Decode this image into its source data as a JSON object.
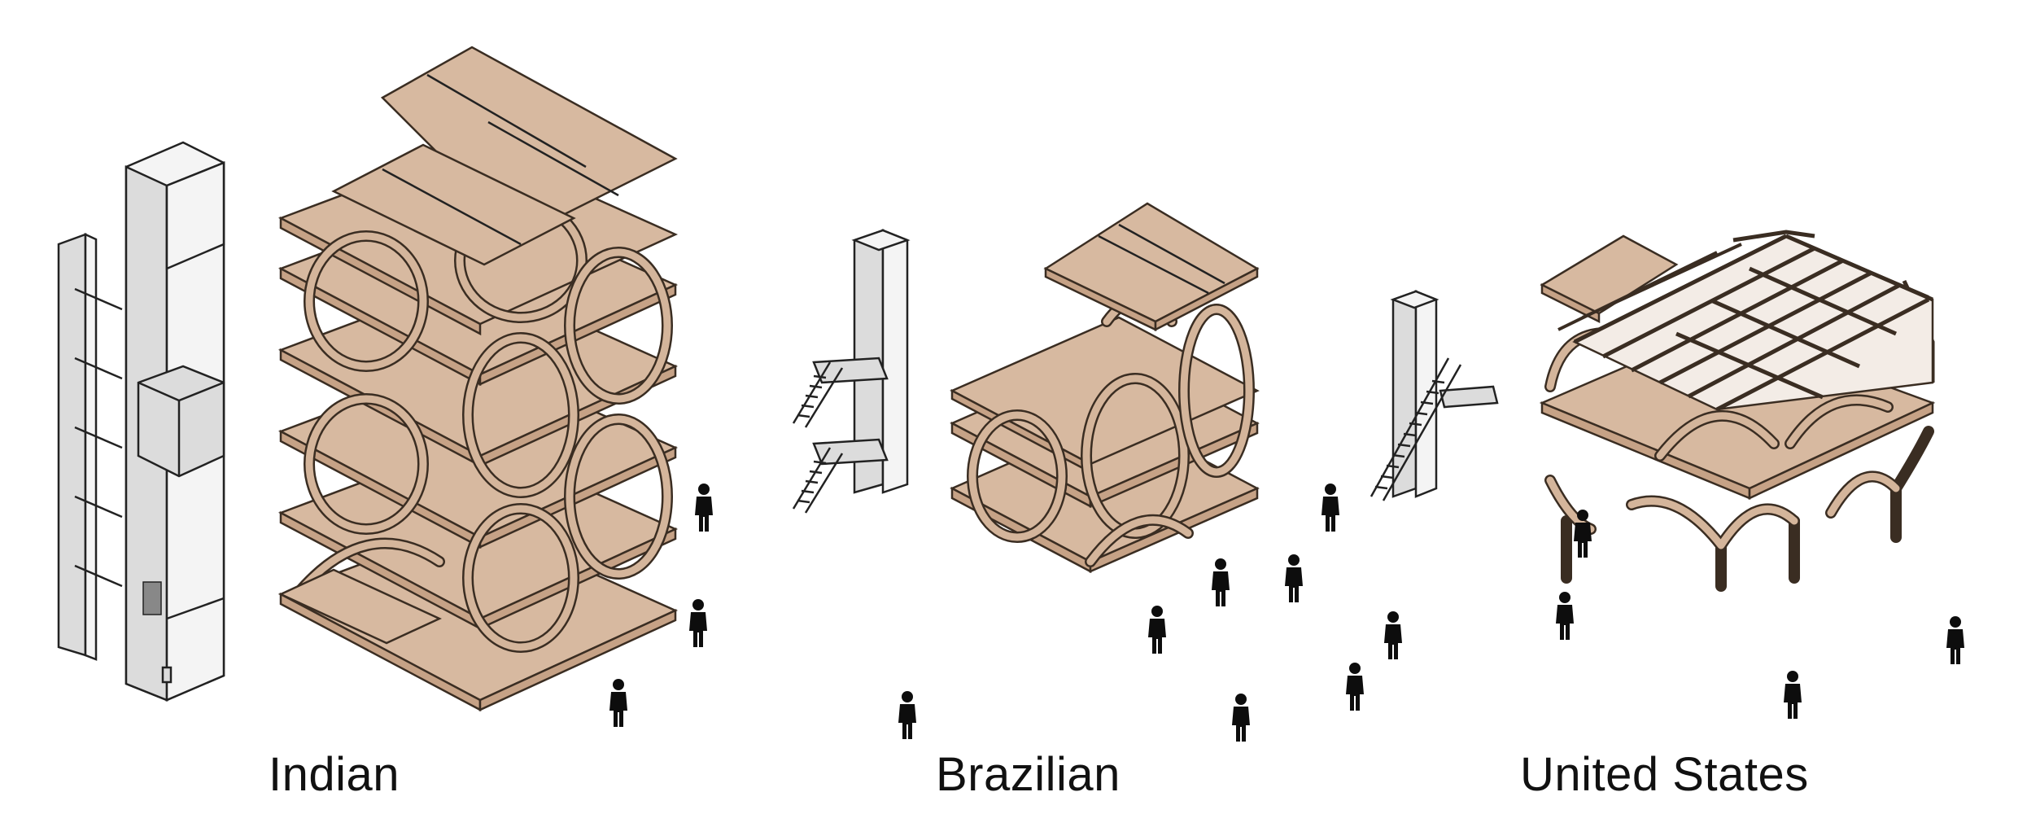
{
  "labels": {
    "indian": "Indian",
    "brazilian": "Brazilian",
    "united_states": "United States"
  },
  "colors": {
    "wood": "#d7b9a0",
    "wood_outline": "#3a2d22",
    "core": "#f4f4f4",
    "person": "#0d0d0d"
  }
}
